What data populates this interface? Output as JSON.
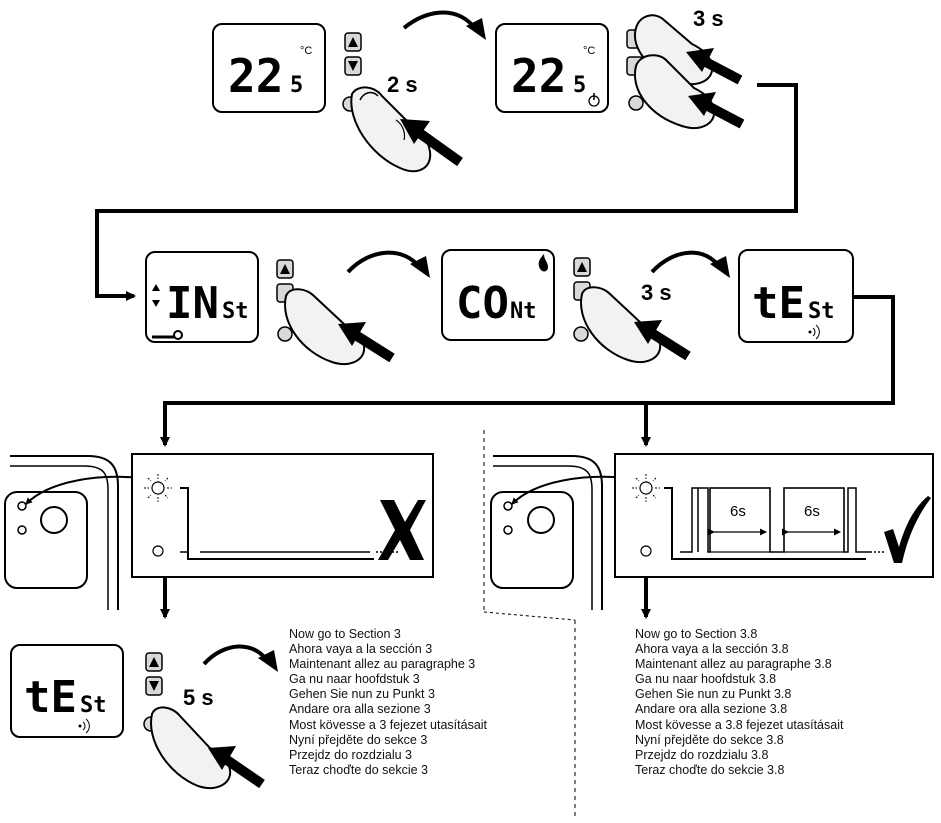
{
  "steps": {
    "step1_display": {
      "main": "22",
      "decimal": "5",
      "unit": "°C"
    },
    "step1_press": "2 s",
    "step2_display": {
      "main": "22",
      "decimal": "5",
      "unit": "°C"
    },
    "step2_press": "3 s",
    "step3_display": {
      "main": "IN",
      "sub": "St"
    },
    "step4_display": {
      "main": "CO",
      "sub": "Nt"
    },
    "step4_press": "3 s",
    "step5_display": {
      "main": "tE",
      "sub": "St"
    },
    "step6_display": {
      "main": "tE",
      "sub": "St"
    },
    "step6_press": "5 s"
  },
  "pulse": {
    "label_1": "6s",
    "label_2": "6s"
  },
  "instructions_left": [
    "Now go to Section 3",
    "Ahora vaya a la sección 3",
    "Maintenant allez au paragraphe 3",
    "Ga nu naar hoofdstuk 3",
    "Gehen Sie nun zu Punkt 3",
    "Andare ora alla sezione 3",
    "Most kövesse a 3 fejezet utasításait",
    "Nyní přejděte do sekce 3",
    "Przejdz do rozdzialu 3",
    "Teraz choďte do sekcie 3"
  ],
  "instructions_right": [
    "Now go to Section 3.8",
    "Ahora vaya a la sección 3.8",
    "Maintenant allez au paragraphe 3.8",
    "Ga nu naar hoofdstuk 3.8",
    "Gehen Sie nun zu Punkt 3.8",
    "Andare ora alla sezione 3.8",
    "Most kövesse a 3.8 fejezet utasításait",
    "Nyní přejděte do sekce 3.8",
    "Przejdz do rozdzialu 3.8",
    "Teraz choďte do sekcie 3.8"
  ],
  "colors": {
    "line": "#000000",
    "button_fill": "#d9d9d9",
    "display_border": "#000000"
  },
  "icons": [
    "power-icon",
    "arrow-up-icon",
    "arrow-down-icon",
    "wrench-icon",
    "flame-icon",
    "wireless-icon",
    "sun-led-icon",
    "cross-mark-icon",
    "check-mark-icon",
    "finger-press-icon"
  ]
}
